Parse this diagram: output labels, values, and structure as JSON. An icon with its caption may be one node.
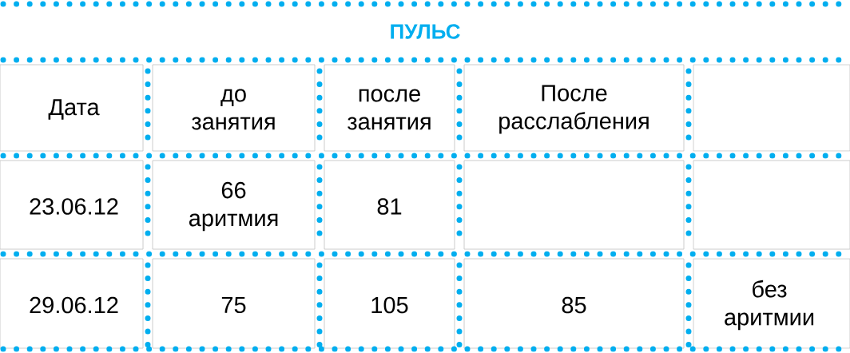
{
  "diagram": {
    "title": "ПУЛЬС",
    "labels": [
      "Дата",
      "до занятия",
      "после занятия",
      "После расслабления",
      "23.06.12",
      "66 аритмия",
      "81",
      "29.06.12",
      "75",
      "105",
      "85",
      "без аритмии"
    ]
  }
}
